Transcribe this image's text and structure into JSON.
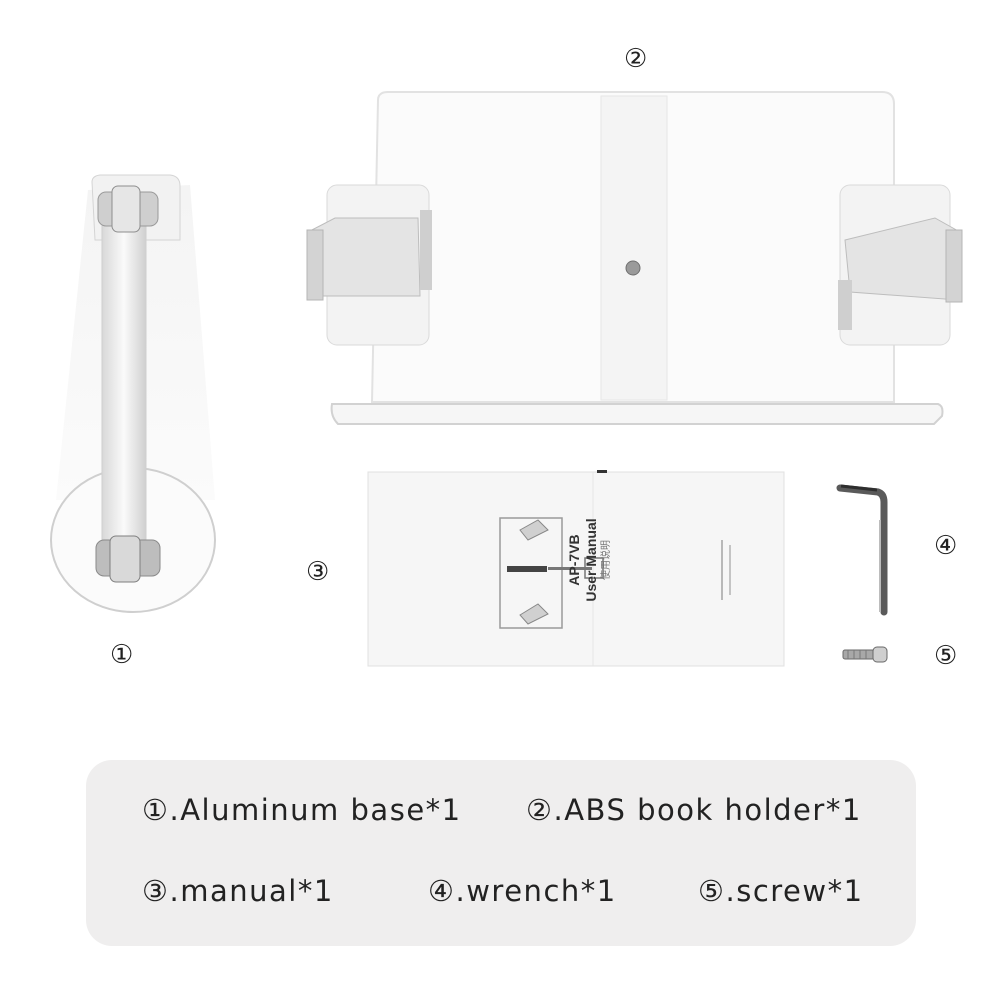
{
  "markers": {
    "m1": "①",
    "m2": "②",
    "m3": "③",
    "m4": "④",
    "m5": "⑤"
  },
  "manual_cover": {
    "model": "AP-7VB",
    "title": "User Manual",
    "subtitle_cn": "使用说明"
  },
  "legend": {
    "row1": [
      "①.Aluminum base*1",
      "②.ABS book holder*1"
    ],
    "row2": [
      "③.manual*1",
      "④.wrench*1",
      "⑤.screw*1"
    ]
  }
}
